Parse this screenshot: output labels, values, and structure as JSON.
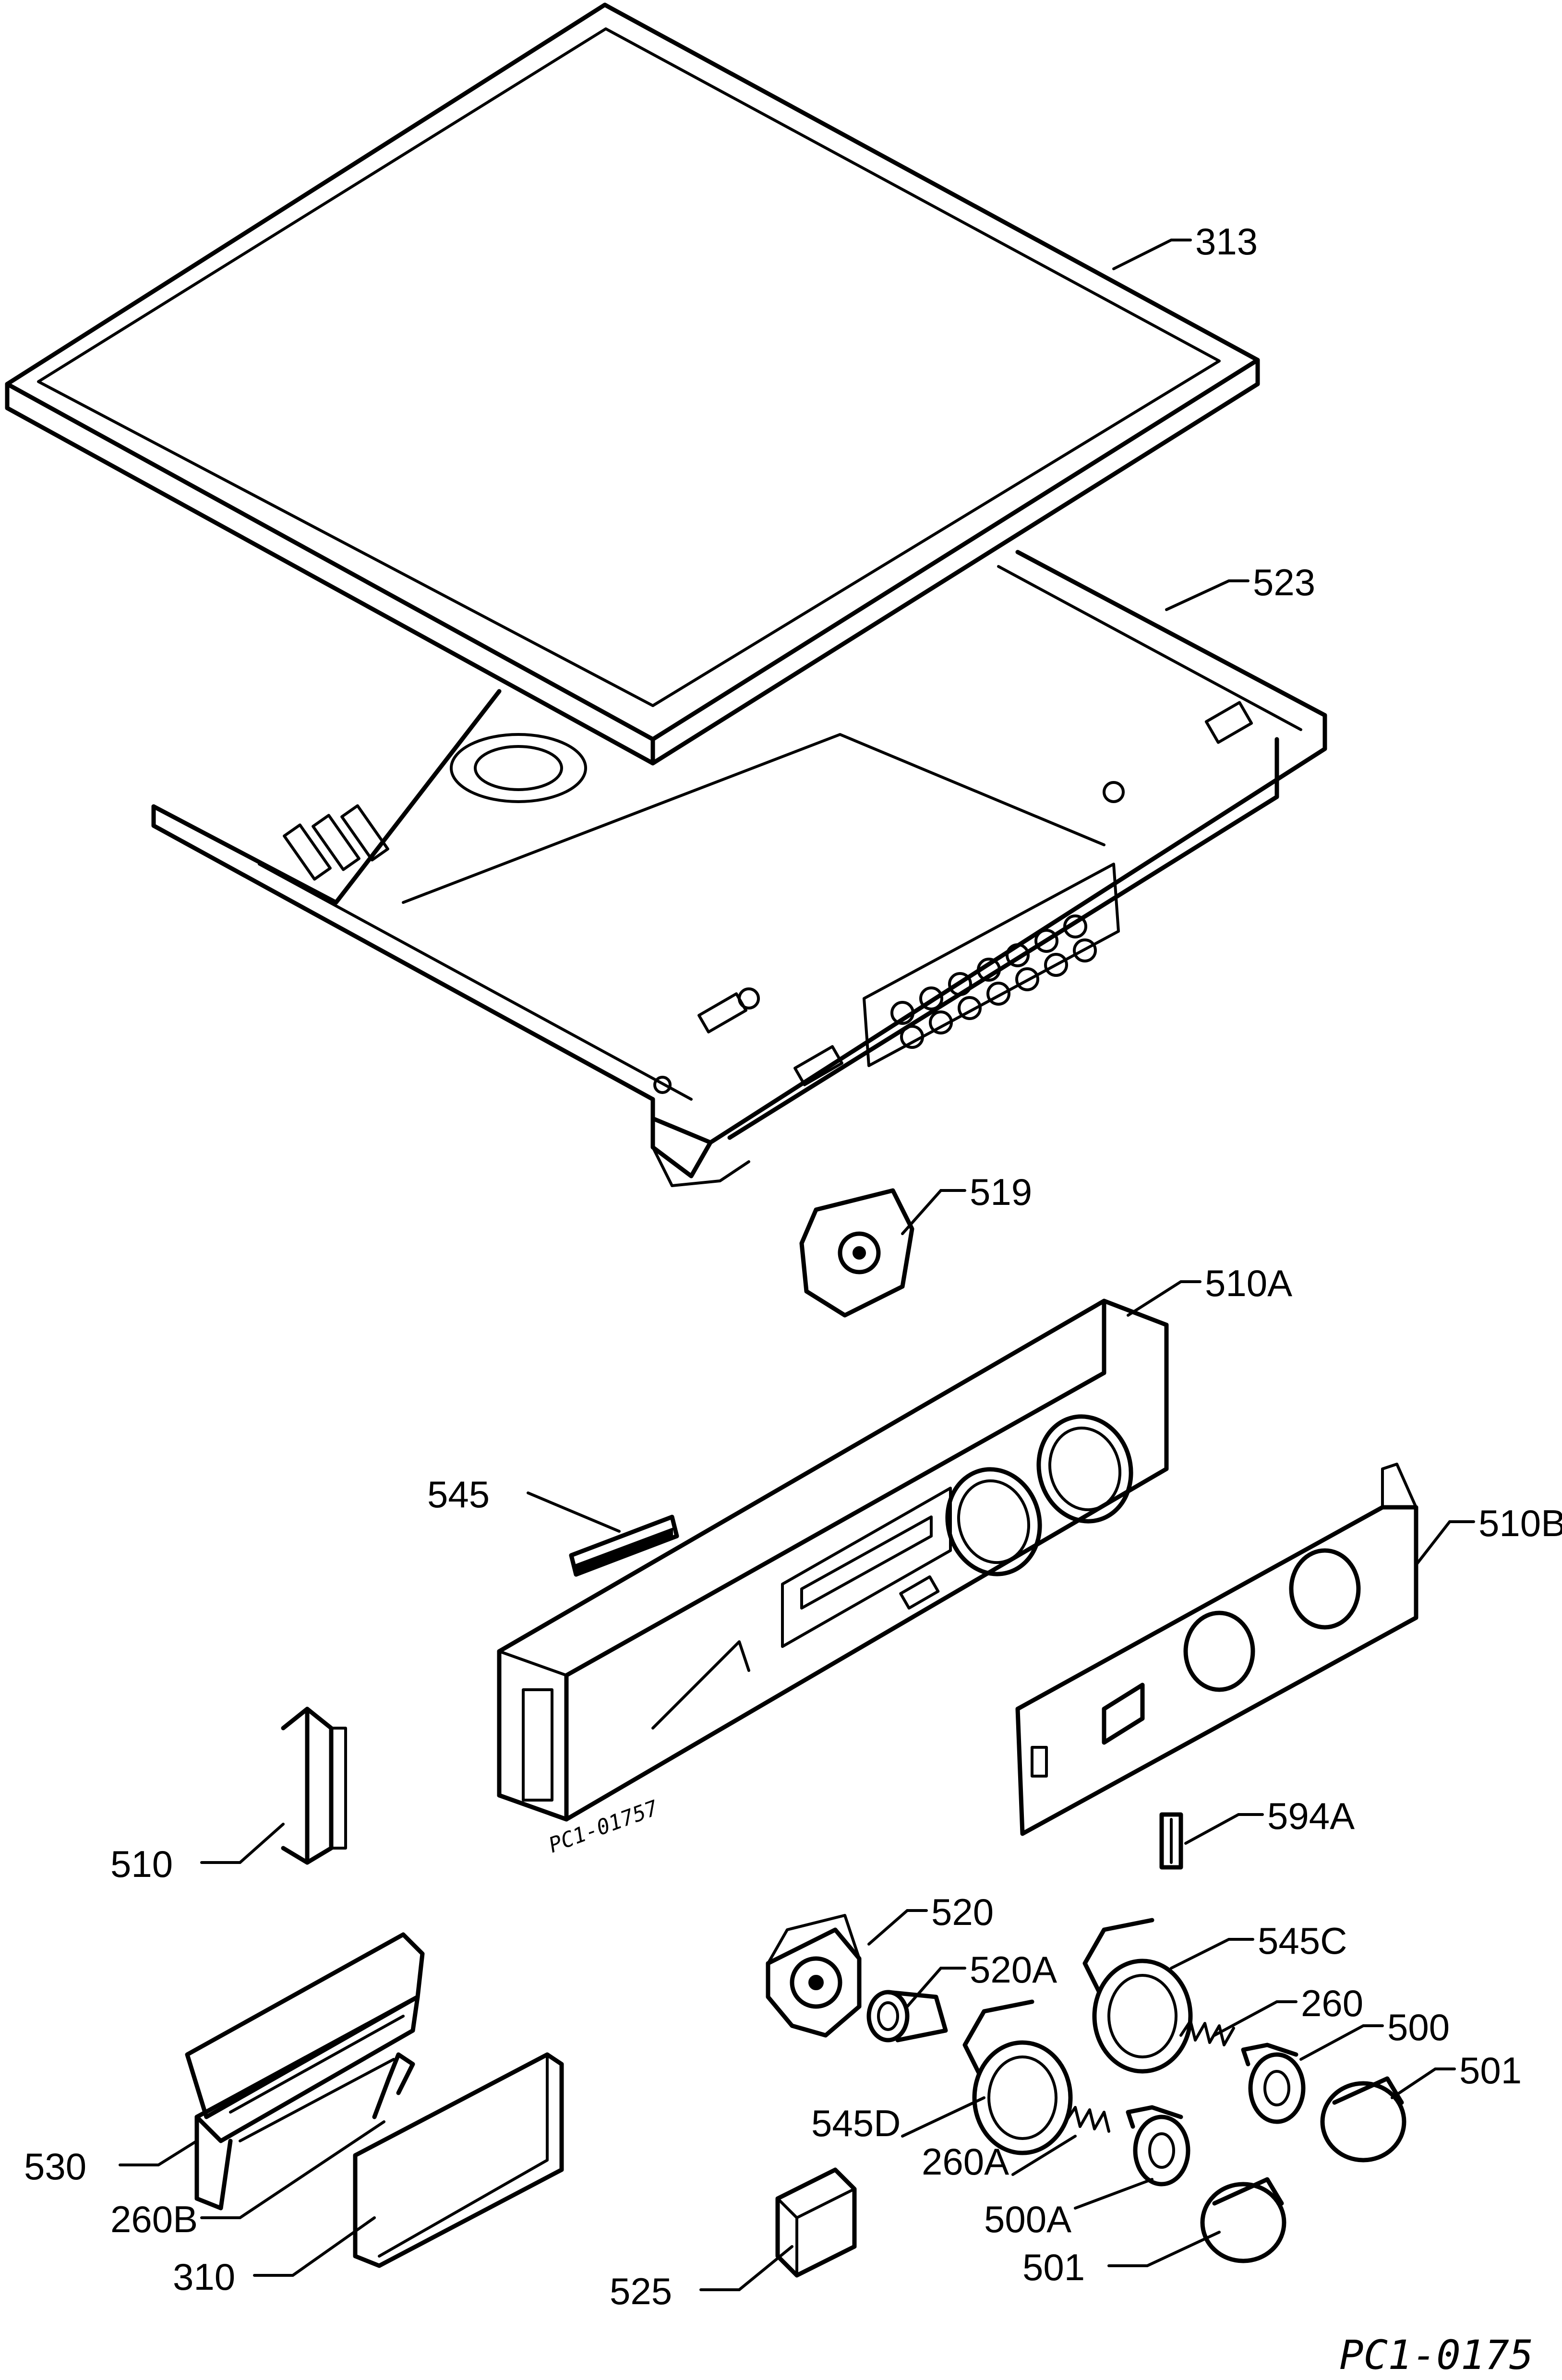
{
  "diagram": {
    "drawing_number": "PC1-0175",
    "part_stamp": "PC1-01757",
    "labels": {
      "p313": "313",
      "p523": "523",
      "p519": "519",
      "p510A": "510A",
      "p545": "545",
      "p510B": "510B",
      "p594A": "594A",
      "p510": "510",
      "p520": "520",
      "p520A": "520A",
      "p545C": "545C",
      "p260": "260",
      "p500": "500",
      "p501a": "501",
      "p545D": "545D",
      "p260A": "260A",
      "p500A": "500A",
      "p501b": "501",
      "p530": "530",
      "p260B": "260B",
      "p310": "310",
      "p525": "525"
    }
  }
}
